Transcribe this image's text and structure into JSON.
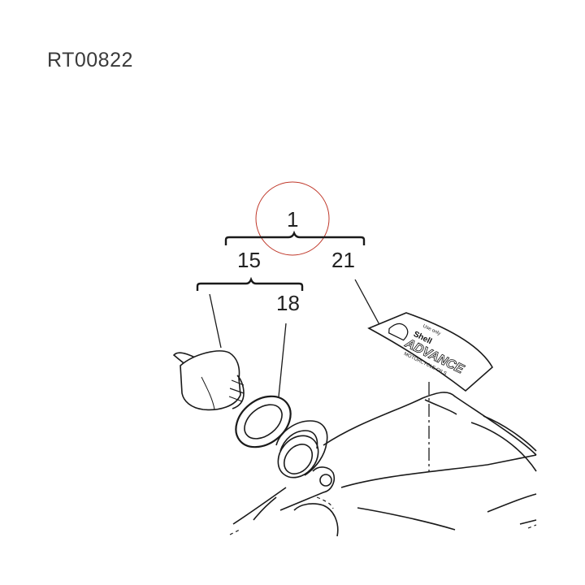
{
  "diagram": {
    "reference_code": "RT00822",
    "callouts": {
      "assembly": "1",
      "filler_cap_assembly": "15",
      "o_ring": "18",
      "label": "21"
    },
    "label_text": {
      "line1": "Use only",
      "brand": "Shell",
      "product": "ADVANCE",
      "subtitle": "MOTORCYCLE OILS"
    },
    "colors": {
      "line": "#1a1a1a",
      "highlight_circle": "#c0392b"
    }
  }
}
